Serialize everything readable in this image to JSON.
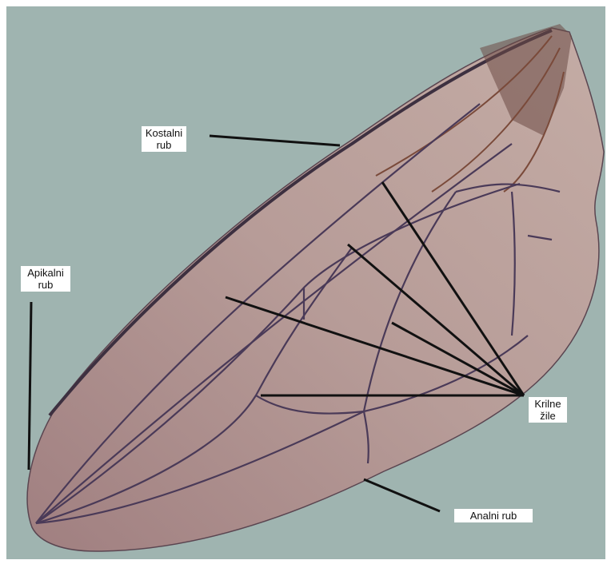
{
  "figure": {
    "colors": {
      "background": "#9fb4b0",
      "membrane": "#b79c98",
      "membrane_dark": "#8e6f70",
      "vein": "#4a3a58",
      "vein_brown": "#7a4a3a",
      "pointer": "#111111"
    },
    "labels": {
      "costal_margin": "Kostalni\nrub",
      "apical_margin": "Apikalni\nrub",
      "wing_veins": "Krilne\nžile",
      "anal_margin": "Analni rub"
    }
  }
}
